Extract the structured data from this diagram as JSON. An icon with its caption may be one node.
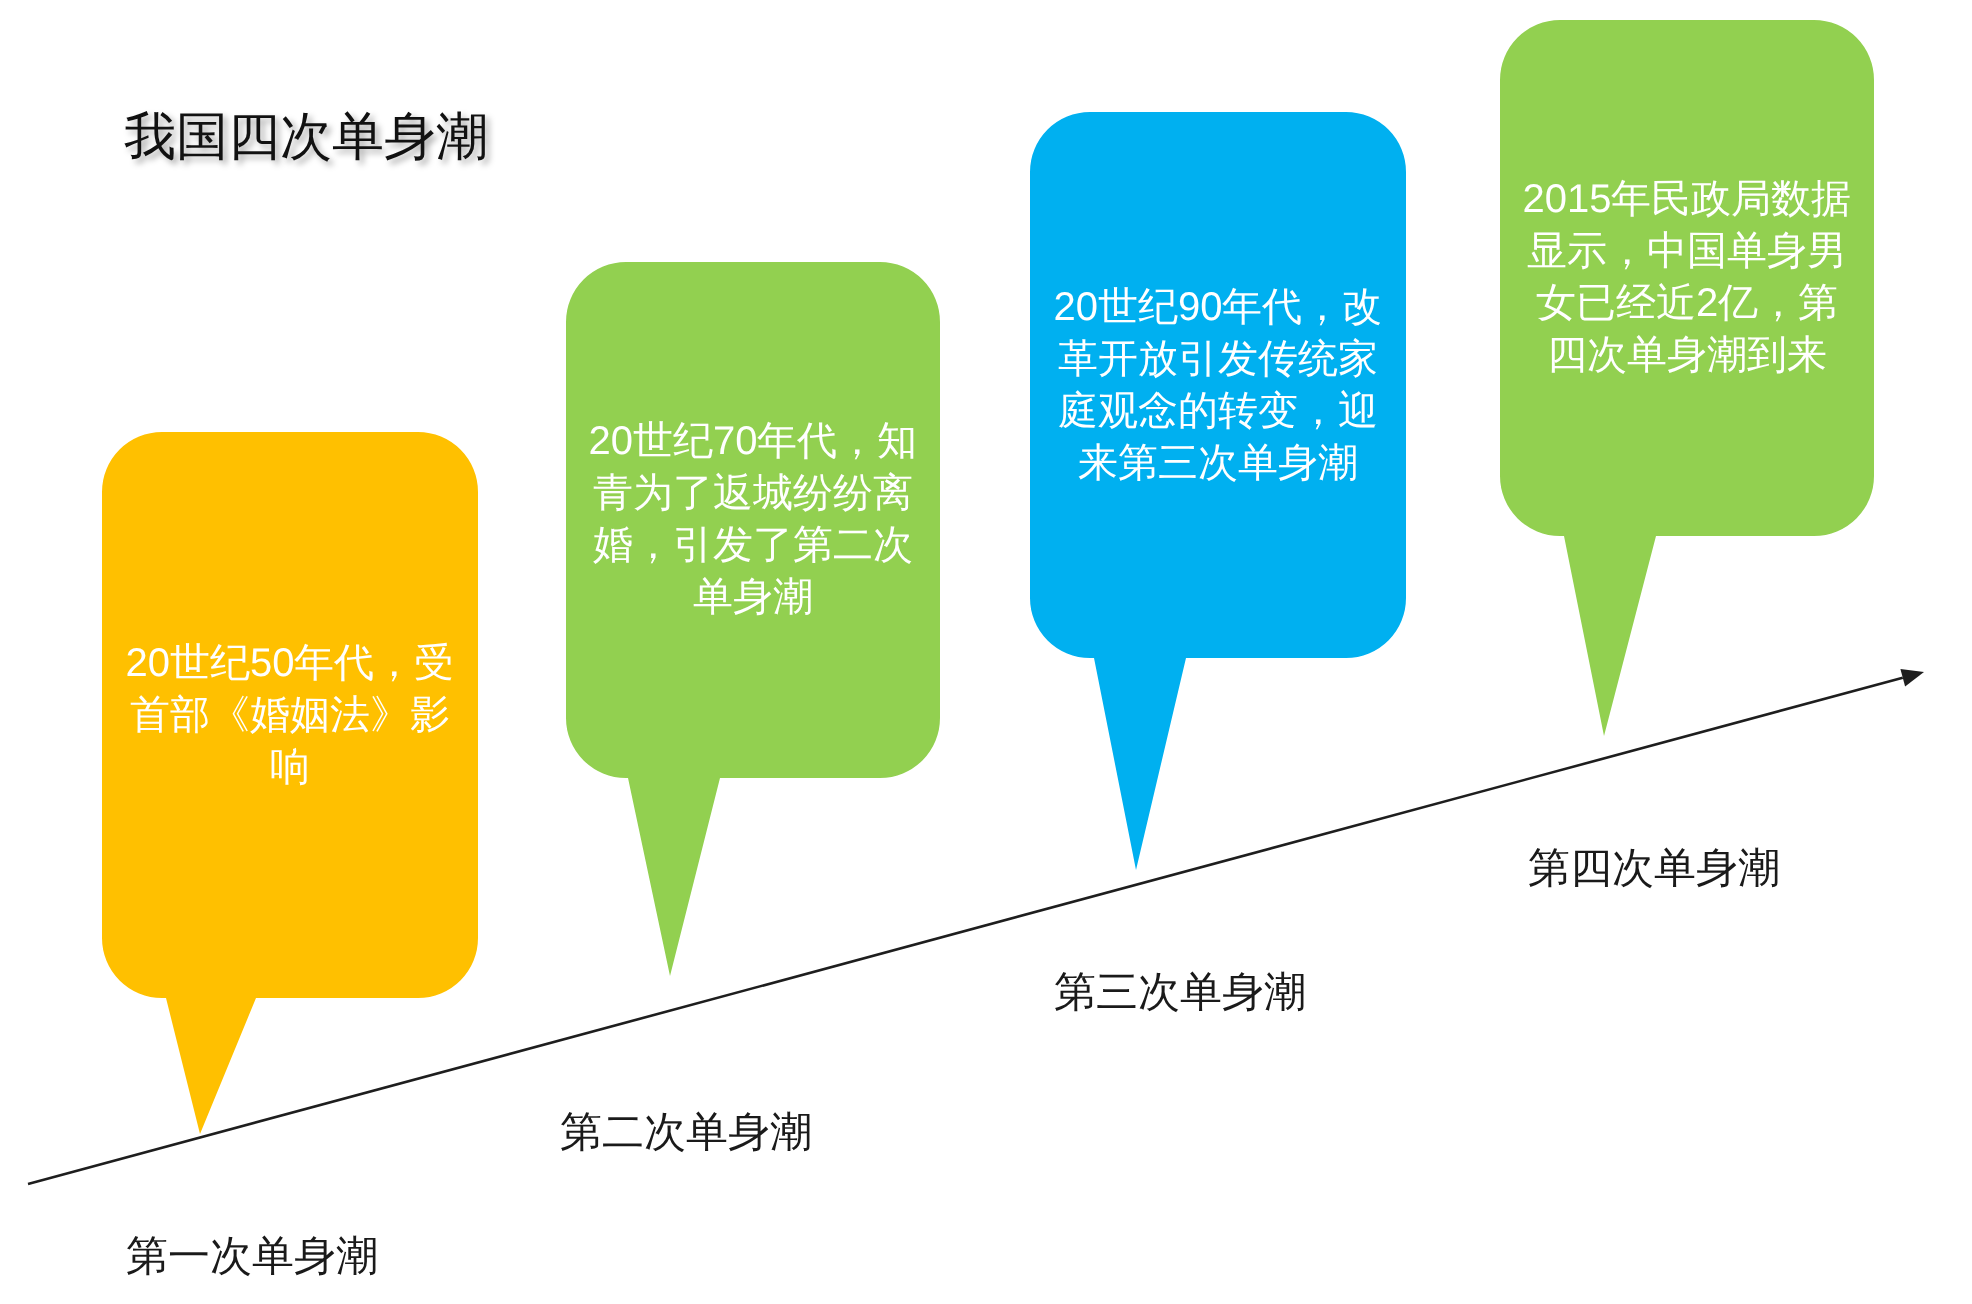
{
  "diagram": {
    "title": "我国四次单身潮",
    "nodes": [
      {
        "text": [
          "20世纪50年代，受首部《婚姻法》影响"
        ],
        "beside": [
          "第一次单身潮"
        ]
      },
      {
        "text": [
          "20世纪70年代，知青为了返城纷纷离婚，引发了第二次单身潮"
        ],
        "beside": [
          "第二次单身潮"
        ]
      },
      {
        "text": [
          "20世纪90年代，改革开放引发传统家庭观念的转变，迎来第三次单身潮"
        ],
        "beside": [
          "第三次单身潮"
        ]
      },
      {
        "text": [
          "2015年民政局数据显示，中国单身男女已经近2亿，第四次单身潮到来"
        ],
        "beside": [
          "第四次单身潮"
        ]
      }
    ]
  }
}
